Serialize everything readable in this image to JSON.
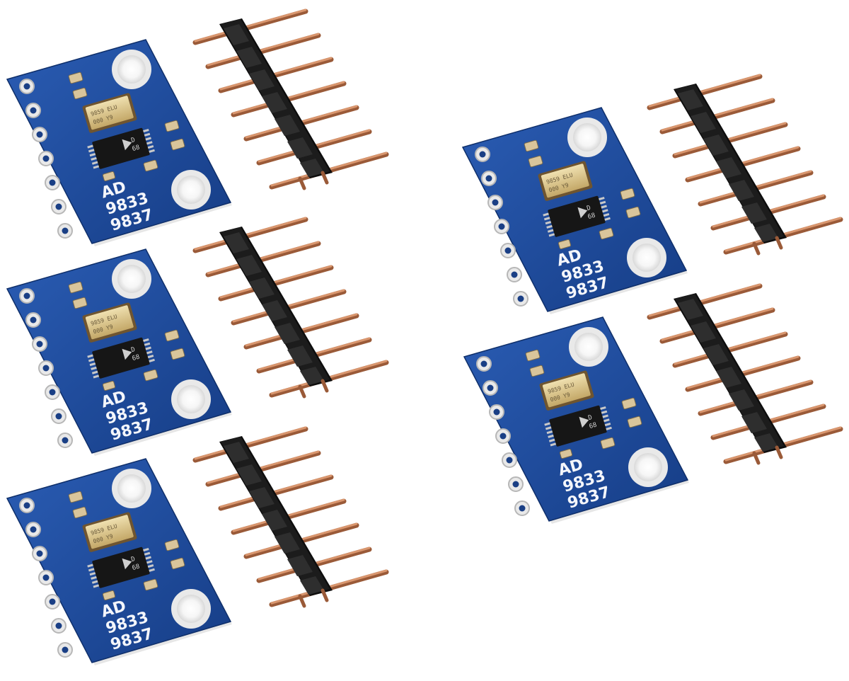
{
  "scene": {
    "background": "#ffffff",
    "pcb_color": "#1f4fa3",
    "pcb_edge_color": "#f2f2f2",
    "pin_header_color": "#151515",
    "pin_color": "#b8704a",
    "pad_color": "#e9e9e9",
    "module_label": {
      "line1": "AD",
      "line2": "9833",
      "line3": "9837"
    },
    "chip_marking": "D 68",
    "oscillator_marking": "9859 ELU 000 Y9",
    "module_count": 5,
    "pin_header_count": 5,
    "pins_per_header": 7
  }
}
